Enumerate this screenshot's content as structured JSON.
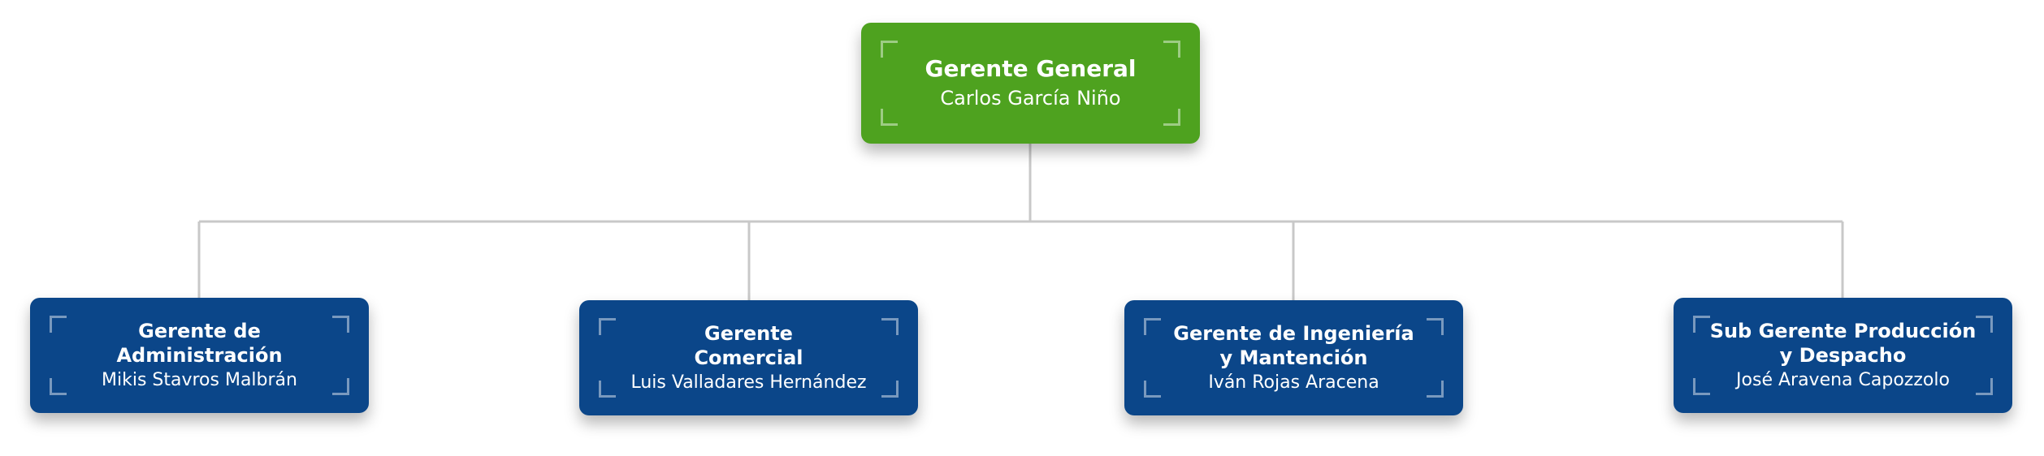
{
  "colors": {
    "root_fill": "#4ea21f",
    "child_fill": "#0b4689",
    "connector": "#c8c8c8"
  },
  "root": {
    "title": "Gerente General",
    "person": "Carlos García Niño"
  },
  "children": [
    {
      "title": "Gerente de\nAdministración",
      "person": "Mikis Stavros Malbrán"
    },
    {
      "title": "Gerente\nComercial",
      "person": "Luis Valladares Hernández"
    },
    {
      "title": "Gerente de Ingeniería\ny Mantención",
      "person": "Iván Rojas Aracena"
    },
    {
      "title": "Sub Gerente Producción\ny Despacho",
      "person": "José Aravena Capozzolo"
    }
  ]
}
